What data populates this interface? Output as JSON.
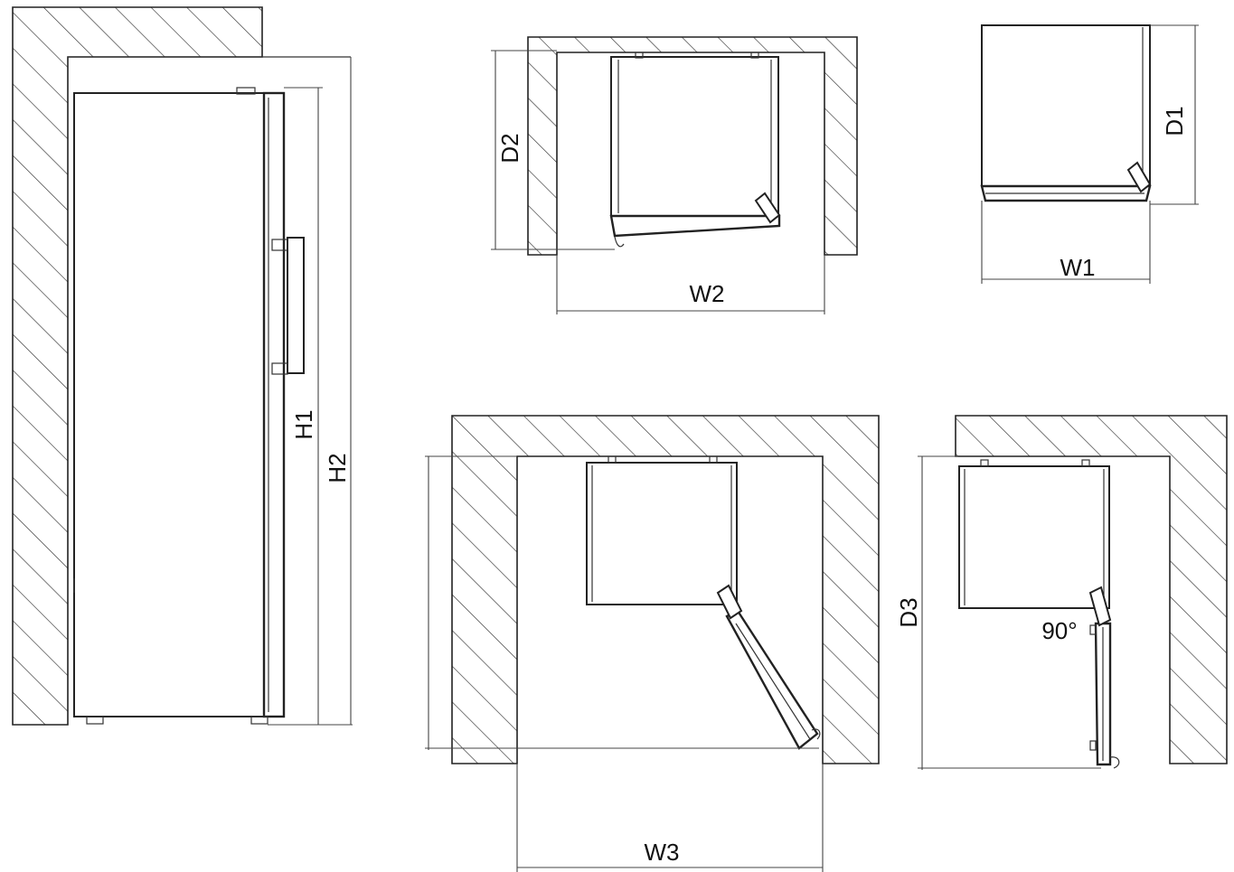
{
  "labels": {
    "h1": "H1",
    "h2": "H2",
    "d1": "D1",
    "d2": "D2",
    "d3": "D3",
    "w1": "W1",
    "w2": "W2",
    "w3": "W3",
    "angle": "90°"
  }
}
